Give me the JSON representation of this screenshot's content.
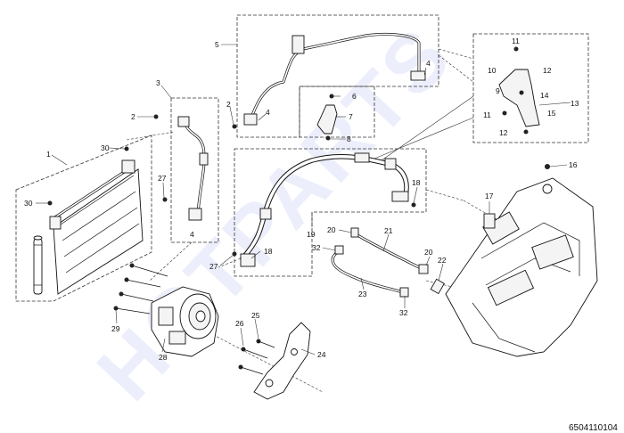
{
  "watermark": "HOTPARTS",
  "diagram_code": "6504110104",
  "callouts": [
    {
      "id": "c1",
      "text": "1"
    },
    {
      "id": "c2a",
      "text": "2"
    },
    {
      "id": "c2b",
      "text": "2"
    },
    {
      "id": "c3",
      "text": "3"
    },
    {
      "id": "c4a",
      "text": "4"
    },
    {
      "id": "c4b",
      "text": "4"
    },
    {
      "id": "c4c",
      "text": "4"
    },
    {
      "id": "c5",
      "text": "5"
    },
    {
      "id": "c6",
      "text": "6"
    },
    {
      "id": "c7",
      "text": "7"
    },
    {
      "id": "c8",
      "text": "8"
    },
    {
      "id": "c9",
      "text": "9"
    },
    {
      "id": "c10",
      "text": "10"
    },
    {
      "id": "c11a",
      "text": "11"
    },
    {
      "id": "c11b",
      "text": "11"
    },
    {
      "id": "c12a",
      "text": "12"
    },
    {
      "id": "c12b",
      "text": "12"
    },
    {
      "id": "c13",
      "text": "13"
    },
    {
      "id": "c14",
      "text": "14"
    },
    {
      "id": "c15",
      "text": "15"
    },
    {
      "id": "c16",
      "text": "16"
    },
    {
      "id": "c17",
      "text": "17"
    },
    {
      "id": "c18a",
      "text": "18"
    },
    {
      "id": "c18b",
      "text": "18"
    },
    {
      "id": "c19",
      "text": "19"
    },
    {
      "id": "c20a",
      "text": "20"
    },
    {
      "id": "c20b",
      "text": "20"
    },
    {
      "id": "c21",
      "text": "21"
    },
    {
      "id": "c22",
      "text": "22"
    },
    {
      "id": "c23",
      "text": "23"
    },
    {
      "id": "c24",
      "text": "24"
    },
    {
      "id": "c25",
      "text": "25"
    },
    {
      "id": "c26",
      "text": "26"
    },
    {
      "id": "c27a",
      "text": "27"
    },
    {
      "id": "c27b",
      "text": "27"
    },
    {
      "id": "c28",
      "text": "28"
    },
    {
      "id": "c29",
      "text": "29"
    },
    {
      "id": "c30a",
      "text": "30"
    },
    {
      "id": "c30b",
      "text": "30"
    },
    {
      "id": "c32a",
      "text": "32"
    },
    {
      "id": "c32b",
      "text": "32"
    }
  ]
}
